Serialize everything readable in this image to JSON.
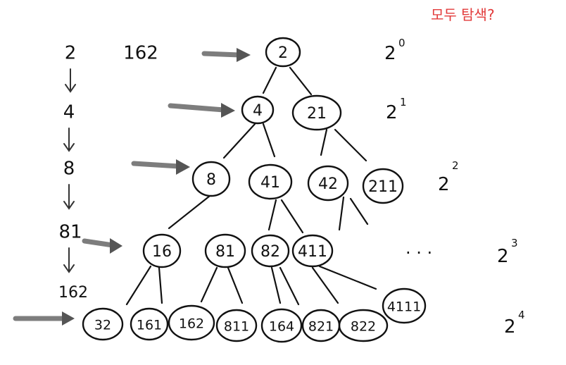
{
  "note": "모두 탐색?",
  "target": "162",
  "sequence": [
    "2",
    "4",
    "8",
    "81",
    "162"
  ],
  "levels": [
    {
      "base": "2",
      "exp": "0"
    },
    {
      "base": "2",
      "exp": "1"
    },
    {
      "base": "2",
      "exp": "2"
    },
    {
      "base": "2",
      "exp": "3"
    },
    {
      "base": "2",
      "exp": "4"
    }
  ],
  "ellipsis": ". . .",
  "tree": {
    "level0": [
      "2"
    ],
    "level1": [
      "4",
      "21"
    ],
    "level2": [
      "8",
      "41",
      "42",
      "211"
    ],
    "level3": [
      "16",
      "81",
      "82",
      "411"
    ],
    "level4": [
      "32",
      "161",
      "162",
      "811",
      "164",
      "821",
      "822",
      "4111"
    ]
  }
}
